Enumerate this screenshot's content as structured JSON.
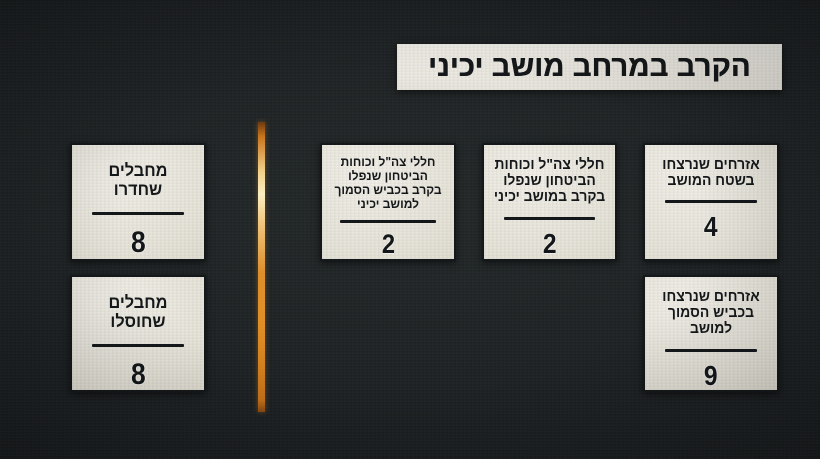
{
  "meta": {
    "language": "he",
    "direction": "rtl",
    "background_color": "#1d2124",
    "paper_color": "#e9e7de",
    "ink_color": "#15181a",
    "accent_color": "#e08f27"
  },
  "header": {
    "title": "הקרב במרחב מושב יכיני"
  },
  "divider": {
    "name": "vertical-gold-divider",
    "gradient_top_color": "#fbeec2",
    "gradient_bottom_color": "#8a4a11"
  },
  "cards": [
    {
      "id": "infiltrators",
      "label": "מחבלים\nשחדרו",
      "value": "8",
      "group": "left"
    },
    {
      "id": "eliminated",
      "label": "מחבלים\nשחוסלו",
      "value": "8",
      "group": "left"
    },
    {
      "id": "idf-road",
      "label": "חללי צה\"ל וכוחות\nהביטחון שנפלו\nבקרב בכביש הסמוך\nלמושב יכיני",
      "value": "2",
      "group": "center"
    },
    {
      "id": "idf-moshav",
      "label": "חללי צה\"ל וכוחות\nהביטחון שנפלו\nבקרב במושב יכיני",
      "value": "2",
      "group": "center"
    },
    {
      "id": "civilians-moshav",
      "label": "אזרחים שנרצחו\nבשטח המושב",
      "value": "4",
      "group": "right"
    },
    {
      "id": "civilians-road",
      "label": "אזרחים שנרצחו\nבכביש הסמוך\nלמושב",
      "value": "9",
      "group": "right"
    }
  ]
}
